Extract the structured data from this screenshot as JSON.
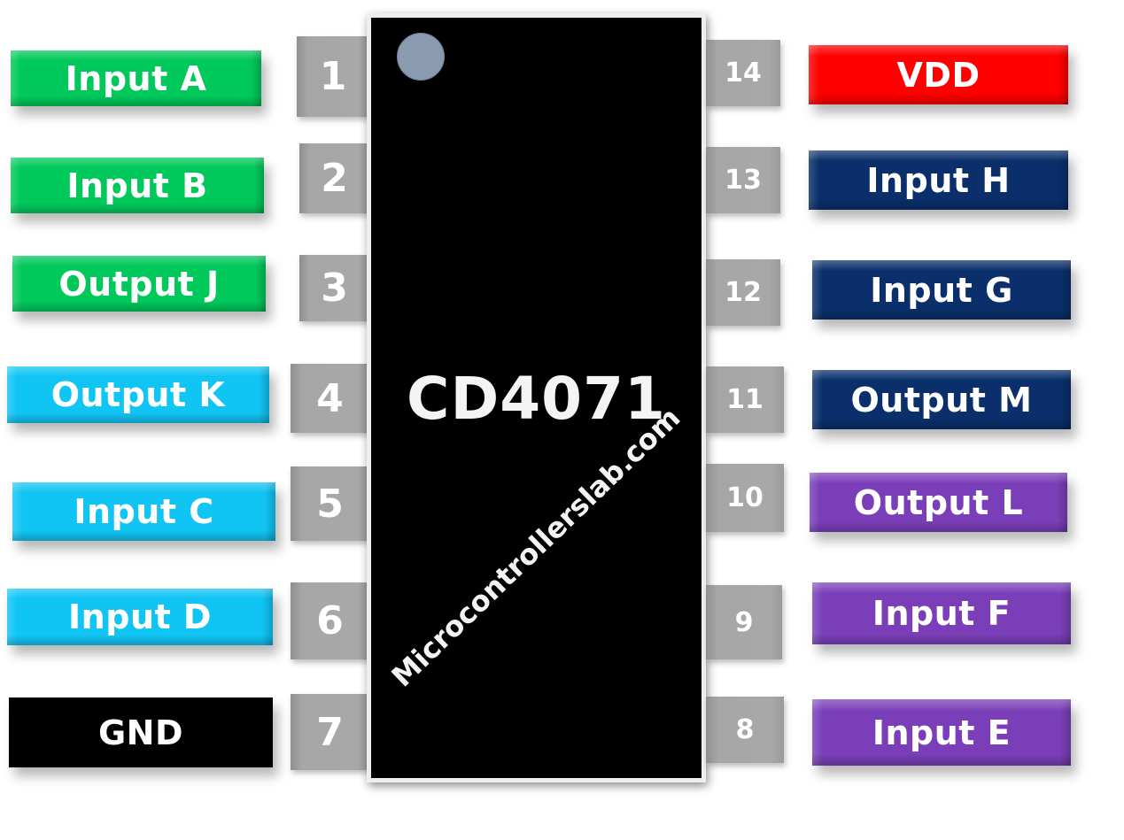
{
  "chip": {
    "name": "CD4071",
    "watermark": "Microcontrollerslab.com",
    "body_color": "#000000",
    "notch_color": "#8a9bb0"
  },
  "colors": {
    "green": "#00c85a",
    "cyan": "#10c4f4",
    "navy": "#0a2f6b",
    "purple": "#7a3fb8",
    "red": "#ff0000",
    "black": "#000000",
    "pin_gray": "#a6a6a6"
  },
  "left_pins": [
    {
      "number": "1",
      "label": "Input A",
      "color": "green"
    },
    {
      "number": "2",
      "label": "Input B",
      "color": "green"
    },
    {
      "number": "3",
      "label": "Output J",
      "color": "green"
    },
    {
      "number": "4",
      "label": "Output K",
      "color": "cyan"
    },
    {
      "number": "5",
      "label": "Input C",
      "color": "cyan"
    },
    {
      "number": "6",
      "label": "Input D",
      "color": "cyan"
    },
    {
      "number": "7",
      "label": "GND",
      "color": "black"
    }
  ],
  "right_pins": [
    {
      "number": "14",
      "label": "VDD",
      "color": "red"
    },
    {
      "number": "13",
      "label": "Input H",
      "color": "navy"
    },
    {
      "number": "12",
      "label": "Input G",
      "color": "navy"
    },
    {
      "number": "11",
      "label": "Output M",
      "color": "navy"
    },
    {
      "number": "10",
      "label": "Output L",
      "color": "purple"
    },
    {
      "number": "9",
      "label": "Input F",
      "color": "purple"
    },
    {
      "number": "8",
      "label": "Input E",
      "color": "purple"
    }
  ]
}
